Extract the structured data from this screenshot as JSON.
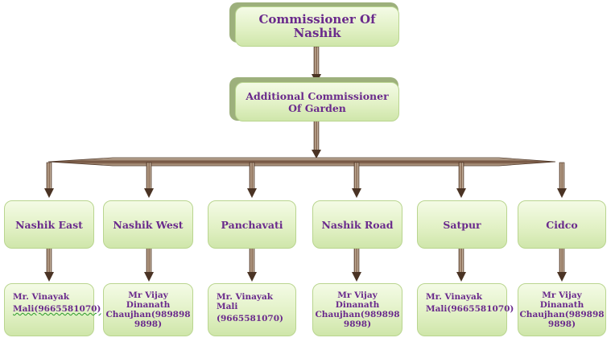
{
  "root": {
    "title": "Commissioner Of Nashik"
  },
  "level2": {
    "title_line1": "Additional Commissioner",
    "title_line2": "Of Garden"
  },
  "divisions": [
    {
      "name": "Nashik East"
    },
    {
      "name": "Nashik West"
    },
    {
      "name": "Panchavati"
    },
    {
      "name": "Nashik Road"
    },
    {
      "name": "Satpur"
    },
    {
      "name": "Cidco"
    }
  ],
  "contacts": [
    {
      "lines": [
        "Mr. Vinayak",
        "Mali(9665581070)"
      ]
    },
    {
      "lines": [
        "Mr Vijay",
        "Dinanath",
        "Chaujhan(989898",
        "9898)"
      ]
    },
    {
      "lines": [
        "Mr. Vinayak Mali",
        "(9665581070)"
      ]
    },
    {
      "lines": [
        "Mr Vijay",
        "Dinanath",
        "Chaujhan(989898",
        "9898)"
      ]
    },
    {
      "lines": [
        "Mr. Vinayak",
        "Mali(9665581070)"
      ]
    },
    {
      "lines": [
        "Mr Vijay",
        "Dinanath",
        "Chaujhan(989898",
        "9898)"
      ]
    }
  ],
  "colors": {
    "text": "#6a2a8c",
    "box_fill": "#e2f1c6",
    "connector": "#8b6a4e"
  }
}
